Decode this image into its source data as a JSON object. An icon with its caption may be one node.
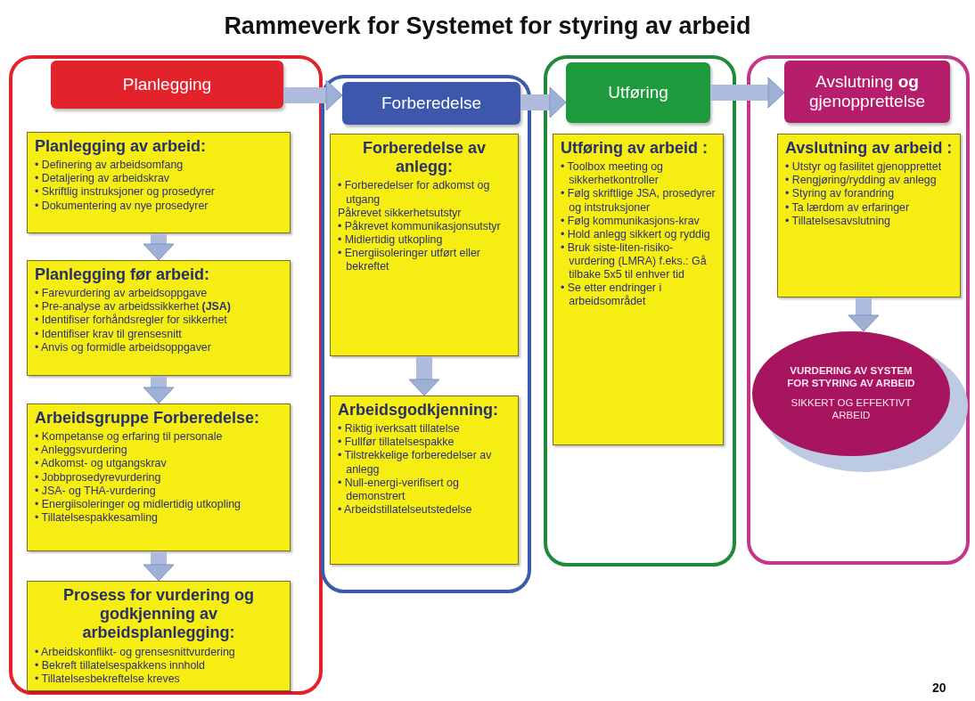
{
  "diagram": {
    "title": "Rammeverk for Systemet for styring av arbeid",
    "nodes": [
      {
        "text": [],
        "shape": "box"
      },
      {
        "text": [
          "Planlegging"
        ],
        "in": 0
      },
      {
        "text": [
          "Planlegging av arbeid:",
          "• Definering av arbeidsomfang",
          "• Detaljering av arbeidskrav",
          "• Skriftlig instruksjoner og prosedyrer",
          "• Dokumentering av nye prosedyrer"
        ],
        "in": 0
      },
      {
        "text": [
          "Planlegging før arbeid:",
          "• Farevurdering av arbeidsoppgave",
          "• Pre-analyse av arbeidssikkerhet **(JSA)**",
          "• Identifiser forhåndsregler for sikkerhet",
          "• Identifiser krav til grensesnitt",
          "• Anvis og formidle arbeidsoppgaver"
        ],
        "in": 0
      },
      {
        "text": [
          "Arbeidsgruppe Forberedelse:",
          "• Kompetanse og erfaring til personale",
          "• Anleggsvurdering",
          "• Adkomst- og utgangskrav",
          "• Jobbprosedyrevurdering",
          "• JSA- og THA-vurdering",
          "• Energiisoleringer og midlertidig utkopling",
          "• Tillatelsespakkesamling"
        ],
        "in": 0
      },
      {
        "text": [
          "Prosess for vurdering og godkjenning av arbeidsplanlegging:",
          "• Arbeidskonflikt- og grensesnittvurdering",
          "• Bekreft tillatelsespakkens innhold",
          "• Tillatelsesbekreftelse kreves"
        ],
        "in": 0
      },
      {
        "text": [],
        "shape": "box"
      },
      {
        "text": [
          "Forberedelse"
        ],
        "in": 6
      },
      {
        "text": [
          "Forberedelse av anlegg:",
          "• Forberedelser for adkomst og utgang",
          "Påkrevet sikkerhetsutstyr",
          "• Påkrevet kommunikasjonsutstyr",
          "• Midlertidig utkopling",
          "• Energiisoleringer utført eller bekreftet"
        ],
        "in": 6
      },
      {
        "text": [
          "Arbeidsgodkjenning:",
          "• Riktig iverksatt tillatelse",
          "• Fullfør tillatelsespakke",
          "• Tilstrekkelige forberedelser av anlegg",
          "• Null-energi-verifisert og demonstrert",
          "• Arbeidstillatelseutstedelse"
        ],
        "in": 6
      },
      {
        "text": [],
        "shape": "box"
      },
      {
        "text": [
          "Utføring"
        ],
        "in": 10
      },
      {
        "text": [
          "Utføring av arbeid :",
          "• Toolbox meeting og sikkerhetkontroller",
          "• Følg skriftlige JSA, prosedyrer og intstruksjoner",
          "• Følg kommunikasjons-krav",
          "• Hold anlegg sikkert og ryddig",
          "• Bruk siste-liten-risiko-vurdering (LMRA) f.eks.: Gå tilbake 5x5 til enhver tid",
          "• Se etter endringer i arbeidsområdet"
        ],
        "in": 10
      },
      {
        "text": [],
        "shape": "box"
      },
      {
        "text": [
          "Avslutning **og** gjenopprettelse"
        ],
        "in": 13
      },
      {
        "text": [
          "Avslutning av arbeid :",
          "• Utstyr og fasilitet gjenopprettet",
          "• Rengjøring/rydding av anlegg",
          "• Styring av forandring",
          "• Ta lærdom av erfaringer",
          "• Tillatelsesavslutning"
        ],
        "in": 13
      },
      {
        "text": [
          "VURDERING AV SYSTEM FOR STYRING AV ARBEID",
          "SIKKERT OG EFFEKTIVT ARBEID"
        ],
        "in": 13
      }
    ],
    "edges": [
      {
        "from": 1,
        "to": 7,
        "arrow": "to"
      },
      {
        "from": 7,
        "to": 11,
        "arrow": "to"
      },
      {
        "from": 11,
        "to": 14,
        "arrow": "to"
      },
      {
        "from": 2,
        "to": 3,
        "arrow": "to"
      },
      {
        "from": 3,
        "to": 4,
        "arrow": "to"
      },
      {
        "from": 4,
        "to": 5,
        "arrow": "to"
      },
      {
        "from": 8,
        "to": 9,
        "arrow": "to"
      },
      {
        "from": 15,
        "to": 16,
        "arrow": "to"
      }
    ],
    "labels": [
      "20"
    ]
  }
}
